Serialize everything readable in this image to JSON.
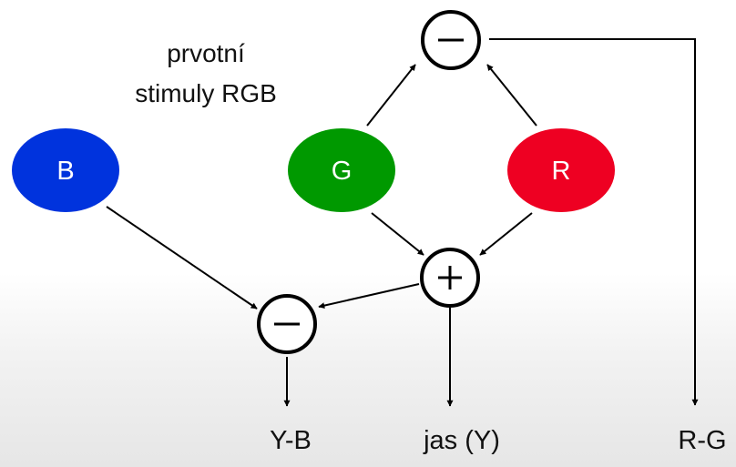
{
  "title_lines": [
    "prvotní",
    "stimuly RGB"
  ],
  "nodes": {
    "B": {
      "label": "B",
      "color": "#0033dd"
    },
    "G": {
      "label": "G",
      "color": "#009900"
    },
    "R": {
      "label": "R",
      "color": "#ee0022"
    }
  },
  "operators": {
    "rg_minus": "minus",
    "sum_plus": "plus",
    "yb_minus": "minus"
  },
  "outputs": {
    "yb": "Y-B",
    "luminance": "jas (Y)",
    "rg": "R-G"
  }
}
